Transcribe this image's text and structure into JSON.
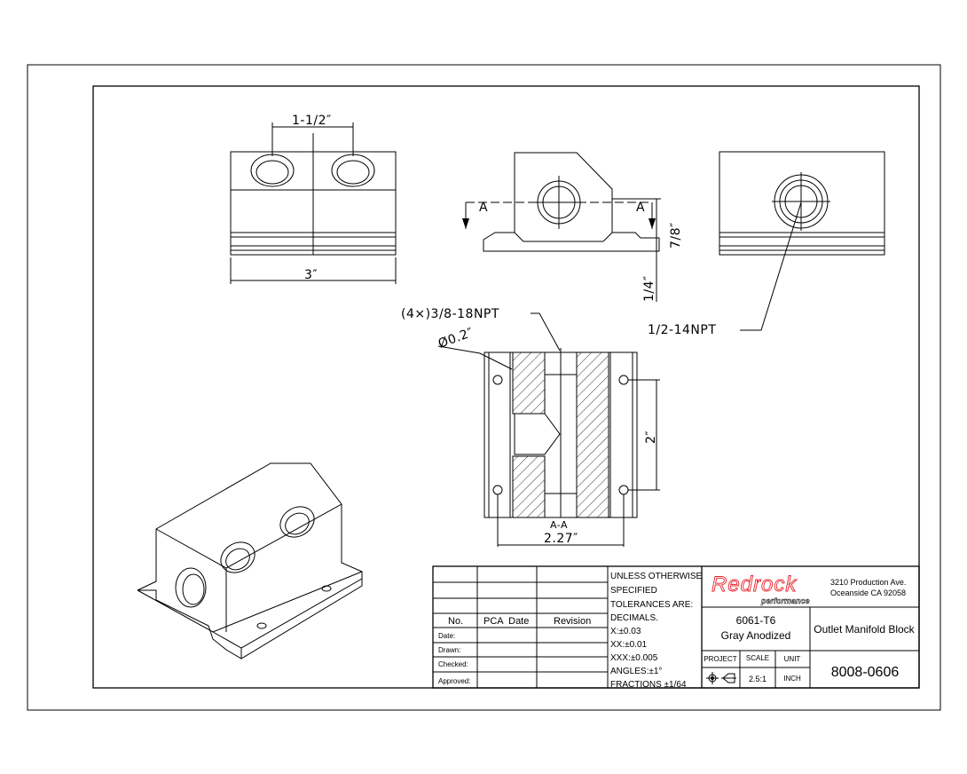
{
  "views": {
    "front": {
      "dim_hole_spacing": "1-1/2″",
      "dim_width": "3″"
    },
    "side": {
      "section_mark_left": "A",
      "section_mark_right": "A",
      "dim_height": "7/8″",
      "dim_base": "1/4″"
    },
    "right": {
      "callout": "1/2-14NPT"
    },
    "section": {
      "callout_ports": "(4×)3/8-18NPT",
      "dim_hole_dia": "Ø0.2″",
      "dim_hole_spacing": "2″",
      "label": "A-A",
      "dim_width": "2.27″"
    }
  },
  "title_block": {
    "revision_headers": {
      "no": "No.",
      "pca_date": "PCA  Date",
      "revision": "Revision"
    },
    "signoff_labels": [
      "Date:",
      "Drawn:",
      "Checked:",
      "Approved:"
    ],
    "tolerances": [
      "UNLESS OTHERWISE",
      "SPECIFIED",
      "TOLERANCES ARE:",
      "DECIMALS.",
      "X:±0.03",
      "XX:±0.01",
      "XXX:±0.005",
      "ANGLES:±1°",
      "FRACTIONS ±1/64"
    ],
    "company_logo": "Redrock",
    "company_logo_sub": "performance",
    "address_line1": "3210 Production Ave.",
    "address_line2": "Oceanside CA 92058",
    "material": "6061-T6",
    "finish": "Gray Anodized",
    "part_name": "Outlet Manifold Block",
    "project_label": "PROJECT",
    "scale_label": "SCALE",
    "scale_value": "2.5:1",
    "unit_label": "UNIT",
    "unit_value": "INCH",
    "part_number": "8008-0606",
    "logo_color": "#e8202a"
  }
}
